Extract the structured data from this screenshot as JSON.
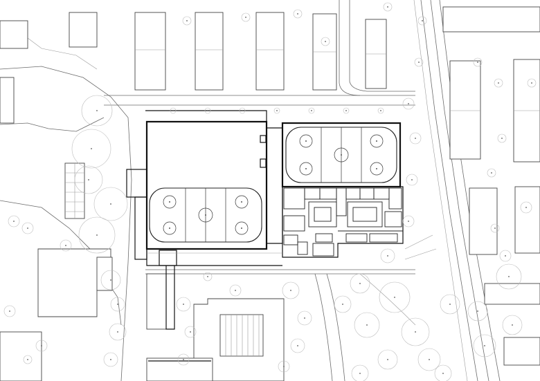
{
  "plan": {
    "kind": "site-plan",
    "rinks": [
      {
        "id": "rink-west"
      },
      {
        "id": "rink-east"
      }
    ],
    "colors": {
      "background": "#ffffff",
      "line": "#6a6a6a",
      "wall": "#111111",
      "tree": "#bdbdbd"
    }
  }
}
